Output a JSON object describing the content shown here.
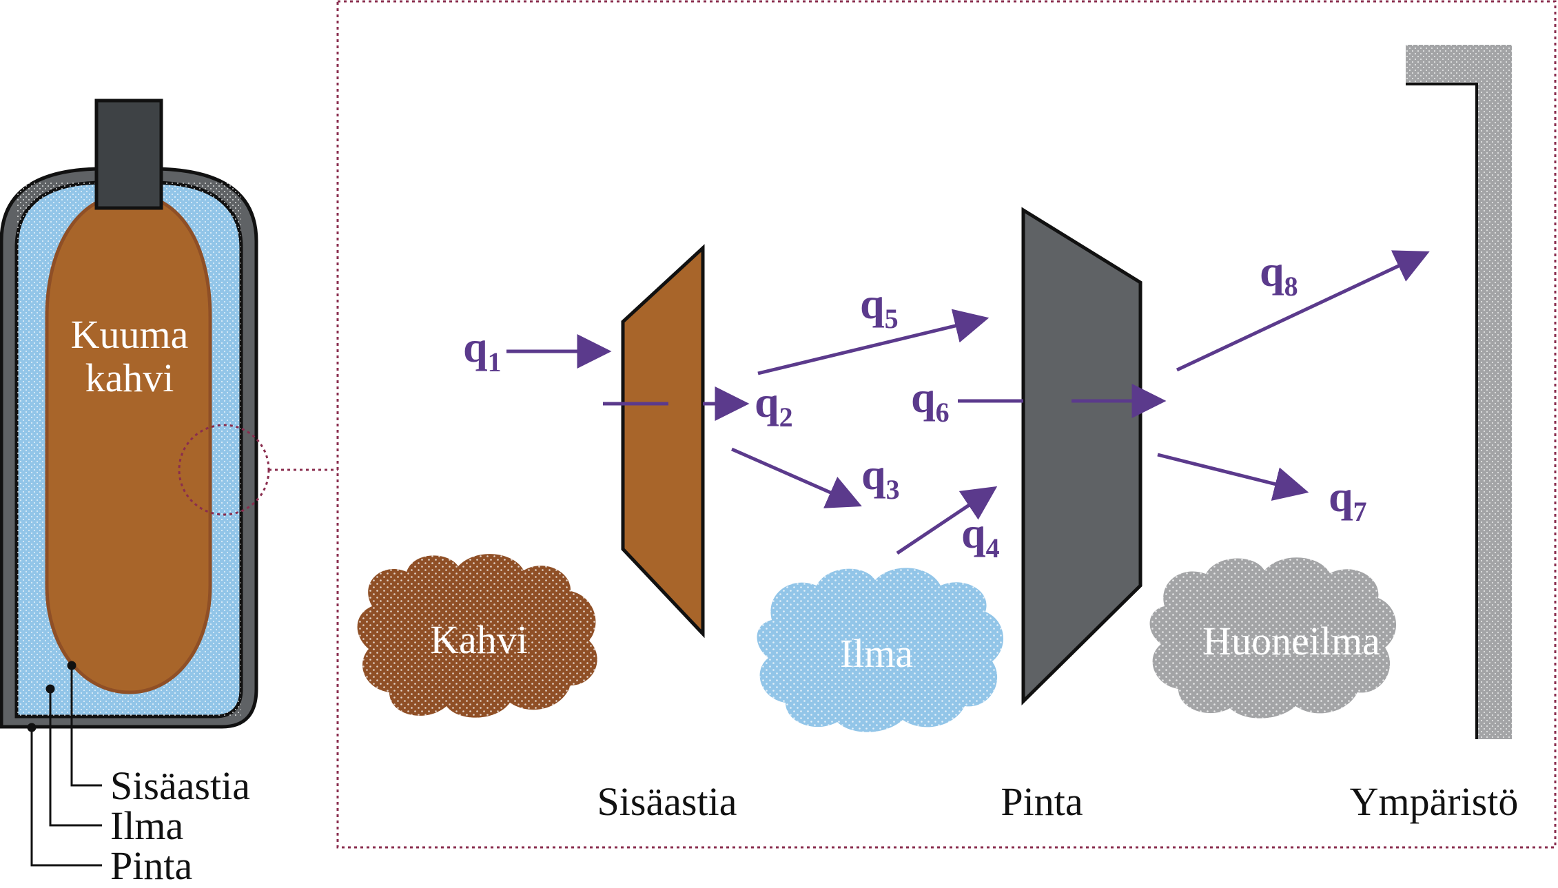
{
  "colors": {
    "coffee": "#A8652A",
    "coffee_dark": "#8F4F26",
    "air": "#92C5E8",
    "surface": "#5F6265",
    "surface_dark": "#3E4245",
    "room_air": "#A3A4A6",
    "wall": "#A3A4A6",
    "arrow": "#5B3A8C",
    "dashed": "#8A2D4E"
  },
  "flask": {
    "coffee_label_line1": "Kuuma",
    "coffee_label_line2": "kahvi",
    "legend": [
      "Sisäastia",
      "Ilma",
      "Pinta"
    ]
  },
  "clouds": {
    "coffee": "Kahvi",
    "air": "Ilma",
    "room_air": "Huoneilma"
  },
  "layers": {
    "inner_vessel": "Sisäastia",
    "surface": "Pinta",
    "environment": "Ympäristö"
  },
  "heat_flows": [
    {
      "symbol": "q",
      "index": "1"
    },
    {
      "symbol": "q",
      "index": "2"
    },
    {
      "symbol": "q",
      "index": "3"
    },
    {
      "symbol": "q",
      "index": "4"
    },
    {
      "symbol": "q",
      "index": "5"
    },
    {
      "symbol": "q",
      "index": "6"
    },
    {
      "symbol": "q",
      "index": "7"
    },
    {
      "symbol": "q",
      "index": "8"
    }
  ]
}
